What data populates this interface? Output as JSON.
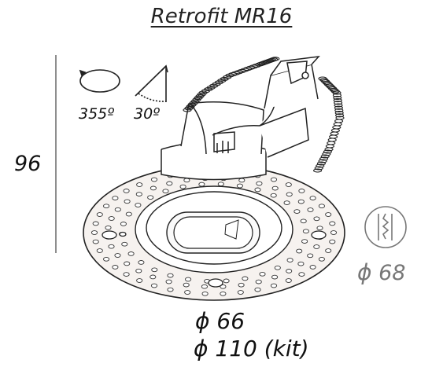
{
  "title": "Retrofit MR16",
  "rotation": {
    "value": "355º"
  },
  "tilt": {
    "value": "30º"
  },
  "height": {
    "value": "96"
  },
  "diameter": {
    "symbol": "ϕ",
    "value": "66"
  },
  "kit_diameter": {
    "symbol": "ϕ",
    "value": "110 (kit)"
  },
  "cutout": {
    "symbol": "ϕ",
    "value": "68"
  },
  "colors": {
    "line": "#222222",
    "muted": "#777777",
    "frame_fill": "#f6f2ef"
  }
}
